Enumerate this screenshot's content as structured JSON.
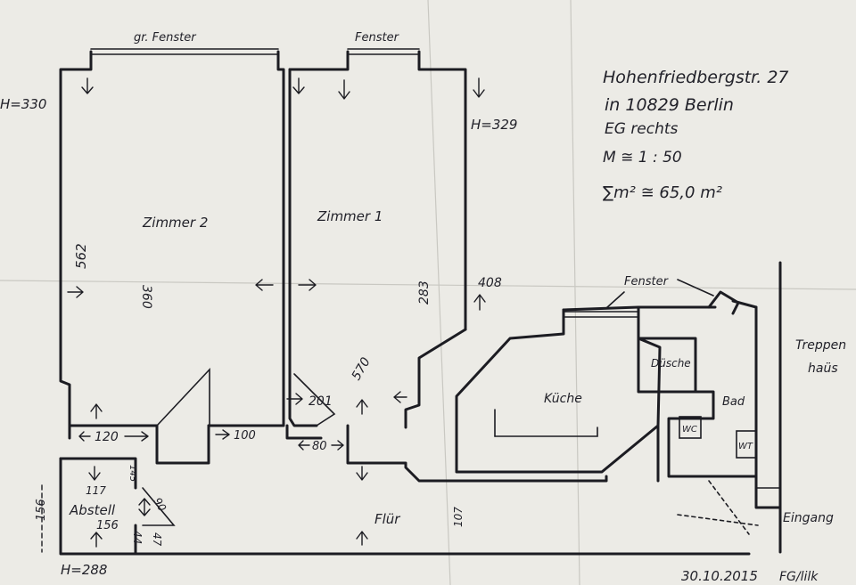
{
  "address": {
    "street": "Hohenfriedbergstr. 27",
    "city": "in 10829 Berlin",
    "unit": "EG rechts",
    "scale": "M ≅ 1 : 50",
    "area": "∑m² ≅ 65,0 m²"
  },
  "rooms": {
    "zimmer2": "Zimmer 2",
    "zimmer1": "Zimmer 1",
    "kueche": "Küche",
    "dusche": "Düsche",
    "bad": "Bad",
    "wc": "WC",
    "wt": "WT",
    "flur": "Flür",
    "abstell": "Abstell",
    "treppenhaus_1": "Treppen",
    "treppenhaus_2": "haüs",
    "eingang": "Eingang"
  },
  "windows": {
    "gr_fenster": "gr. Fenster",
    "fenster_1": "Fenster",
    "fenster_kitchen": "Fenster"
  },
  "heights": {
    "h330": "H=330",
    "h329": "H=329",
    "h288": "H=288"
  },
  "dimensions": {
    "d562": "562",
    "d360": "360",
    "d283": "283",
    "d408": "408",
    "d570": "570",
    "d201": "201",
    "d120": "120",
    "d100": "100",
    "d80": "80",
    "d117": "117",
    "d156": "156",
    "d145": "145",
    "d90": "90",
    "d44": "44",
    "d47": "47",
    "d107": "107",
    "d156_left": "156"
  },
  "footer": {
    "date": "30.10.2015",
    "signature": "FG/lilk"
  }
}
